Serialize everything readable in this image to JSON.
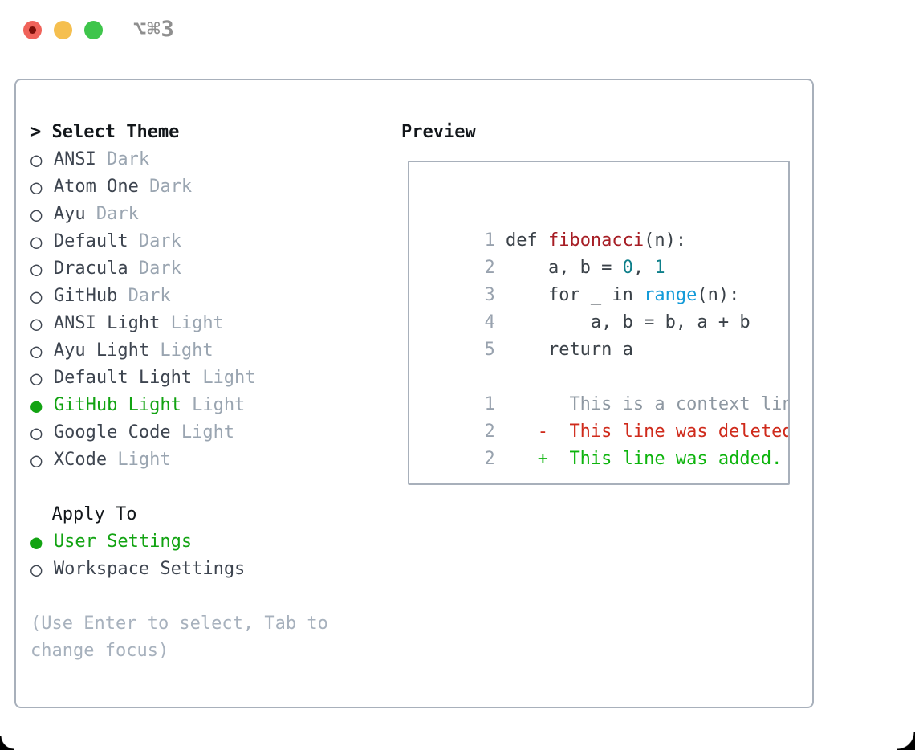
{
  "titlebar": {
    "shortcut": "⌥⌘3"
  },
  "theme_picker": {
    "heading_marker": ">",
    "heading": "Select Theme",
    "items": [
      {
        "marker": "○",
        "name": "ANSI",
        "variant": "Dark",
        "selected": false
      },
      {
        "marker": "○",
        "name": "Atom One",
        "variant": "Dark",
        "selected": false
      },
      {
        "marker": "○",
        "name": "Ayu",
        "variant": "Dark",
        "selected": false
      },
      {
        "marker": "○",
        "name": "Default",
        "variant": "Dark",
        "selected": false
      },
      {
        "marker": "○",
        "name": "Dracula",
        "variant": "Dark",
        "selected": false
      },
      {
        "marker": "○",
        "name": "GitHub",
        "variant": "Dark",
        "selected": false
      },
      {
        "marker": "○",
        "name": "ANSI Light",
        "variant": "Light",
        "selected": false
      },
      {
        "marker": "○",
        "name": "Ayu Light",
        "variant": "Light",
        "selected": false
      },
      {
        "marker": "○",
        "name": "Default Light",
        "variant": "Light",
        "selected": false
      },
      {
        "marker": "●",
        "name": "GitHub Light",
        "variant": "Light",
        "selected": true
      },
      {
        "marker": "○",
        "name": "Google Code",
        "variant": "Light",
        "selected": false
      },
      {
        "marker": "○",
        "name": "XCode",
        "variant": "Light",
        "selected": false
      }
    ]
  },
  "apply_to": {
    "heading": "Apply To",
    "options": [
      {
        "marker": "●",
        "label": "User Settings",
        "selected": true
      },
      {
        "marker": "○",
        "label": "Workspace Settings",
        "selected": false
      }
    ]
  },
  "hint": {
    "line1": "(Use Enter to select, Tab to",
    "line2": "change focus)"
  },
  "preview": {
    "heading": "Preview",
    "code_lines": [
      {
        "num": "1",
        "tokens": [
          {
            "t": "def ",
            "s": "plain"
          },
          {
            "t": "fibonacci",
            "s": "function"
          },
          {
            "t": "(n):",
            "s": "plain"
          }
        ]
      },
      {
        "num": "2",
        "tokens": [
          {
            "t": "    a, b = ",
            "s": "plain"
          },
          {
            "t": "0",
            "s": "number"
          },
          {
            "t": ", ",
            "s": "plain"
          },
          {
            "t": "1",
            "s": "number"
          }
        ]
      },
      {
        "num": "3",
        "tokens": [
          {
            "t": "    for _ in ",
            "s": "plain"
          },
          {
            "t": "range",
            "s": "builtin"
          },
          {
            "t": "(n):",
            "s": "plain"
          }
        ]
      },
      {
        "num": "4",
        "tokens": [
          {
            "t": "        a, b = b, a + b",
            "s": "plain"
          }
        ]
      },
      {
        "num": "5",
        "tokens": [
          {
            "t": "    return a",
            "s": "plain"
          }
        ]
      }
    ],
    "diff_lines": [
      {
        "num": "1",
        "text": "      This is a context line.",
        "kind": "context"
      },
      {
        "num": "2",
        "text": "   -  This line was deleted.",
        "kind": "deleted"
      },
      {
        "num": "2",
        "text": "   +  This line was added.",
        "kind": "added"
      }
    ]
  },
  "colors": {
    "tl-red": "#f0635a",
    "tl-red-dot": "#7d0f08",
    "tl-yellow": "#f5bf4f",
    "tl-green": "#3ec54b",
    "shortcut": "#8f8f8f",
    "frame": "#a8b0bb",
    "text-black": "#12161a",
    "text-dark": "#3e4550",
    "text-muted": "#9aa5b1",
    "text-hint": "#a7b1bd",
    "accent-green": "#12a312",
    "lnum": "#98a2ae",
    "code-plain": "#3a4148",
    "code-func": "#a61d24",
    "code-num": "#0e7f8a",
    "code-builtin": "#149bd9",
    "diff-context": "#8e98a2",
    "diff-del": "#cf2a1b",
    "diff-add": "#0db40d"
  }
}
